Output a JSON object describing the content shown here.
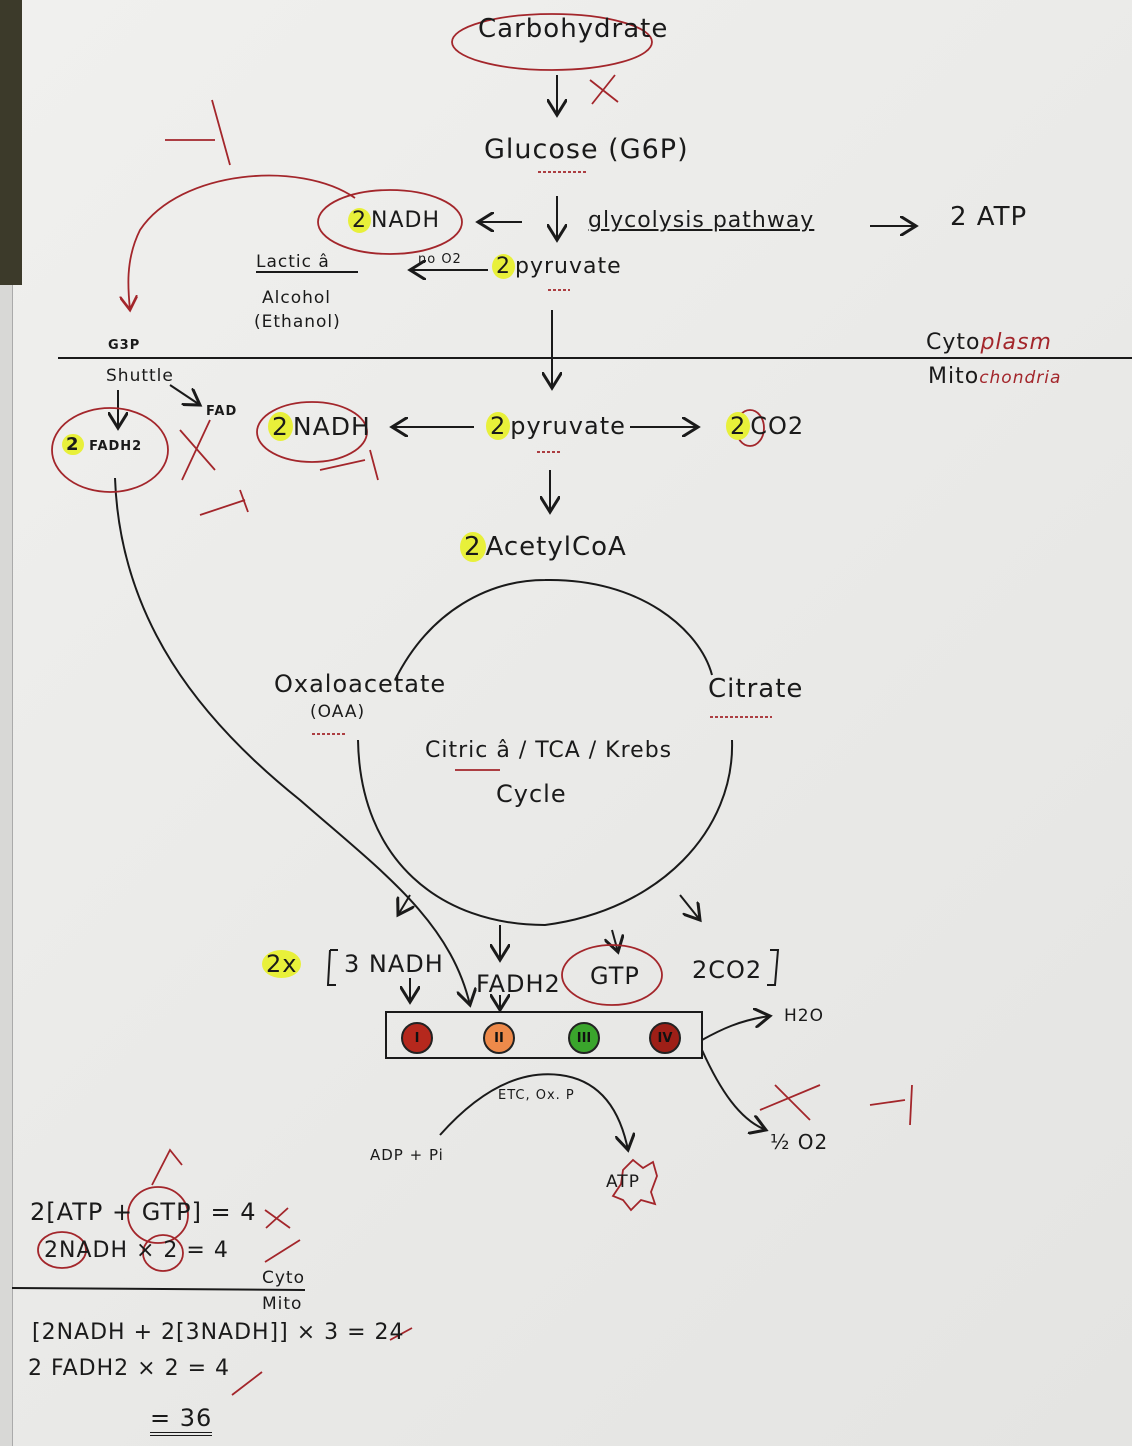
{
  "top": {
    "carbohydrate": "Carbohydrate",
    "glucose": "Glucose (G6P)",
    "glycolysis": "glycolysis pathway",
    "atp_glycolysis": "2 ATP",
    "nadh_cyto_num": "2",
    "nadh_cyto": "NADH",
    "no_o2": "no O2",
    "pyruvate_num": "2",
    "pyruvate": "pyruvate",
    "lactic": "Lactic â",
    "alcohol": "Alcohol",
    "ethanol": "(Ethanol)"
  },
  "membrane": {
    "g3p": "G3P",
    "shuttle": "Shuttle",
    "cyto_a": "Cyto",
    "cyto_b": "plasm",
    "mito_a": "Mito",
    "mito_b": "chondria"
  },
  "mito": {
    "fadh2_num": "2",
    "fadh2": "FADH2",
    "fad": "FAD",
    "nadh_num": "2",
    "nadh": "NADH",
    "pyruvate_num": "2",
    "pyruvate": "pyruvate",
    "co2_num": "2",
    "co2": "CO2",
    "acetylcoa_num": "2",
    "acetylcoa": "AcetylCoA"
  },
  "cycle": {
    "oxaloacetate": "Oxaloacetate",
    "oaa": "(OAA)",
    "citrate": "Citrate",
    "name_line1": "Citric â / TCA / Krebs",
    "name_line2": "Cycle"
  },
  "products": {
    "multiplier": "2x",
    "nadh": "3 NADH",
    "fadh2": "FADH2",
    "gtp": "GTP",
    "co2": "2CO2"
  },
  "etc": {
    "complexes": [
      {
        "label": "I",
        "color": "#b5281d"
      },
      {
        "label": "II",
        "color": "#ee8a4a"
      },
      {
        "label": "III",
        "color": "#3aa52c"
      },
      {
        "label": "IV",
        "color": "#9e1f17"
      }
    ],
    "h2o": "H2O",
    "o2": "½ O2",
    "etc_label": "ETC, Ox. P",
    "adp": "ADP + Pi",
    "atp": "ATP"
  },
  "calc": {
    "line1": "2[ATP + GTP] = 4",
    "line2": "2NADH × 2  = 4",
    "cyto": "Cyto",
    "mito": "Mito",
    "line3": "[2NADH + 2[3NADH]] × 3 = 24",
    "line4": "2 FADH2 × 2  = 4",
    "total": "= 36"
  }
}
